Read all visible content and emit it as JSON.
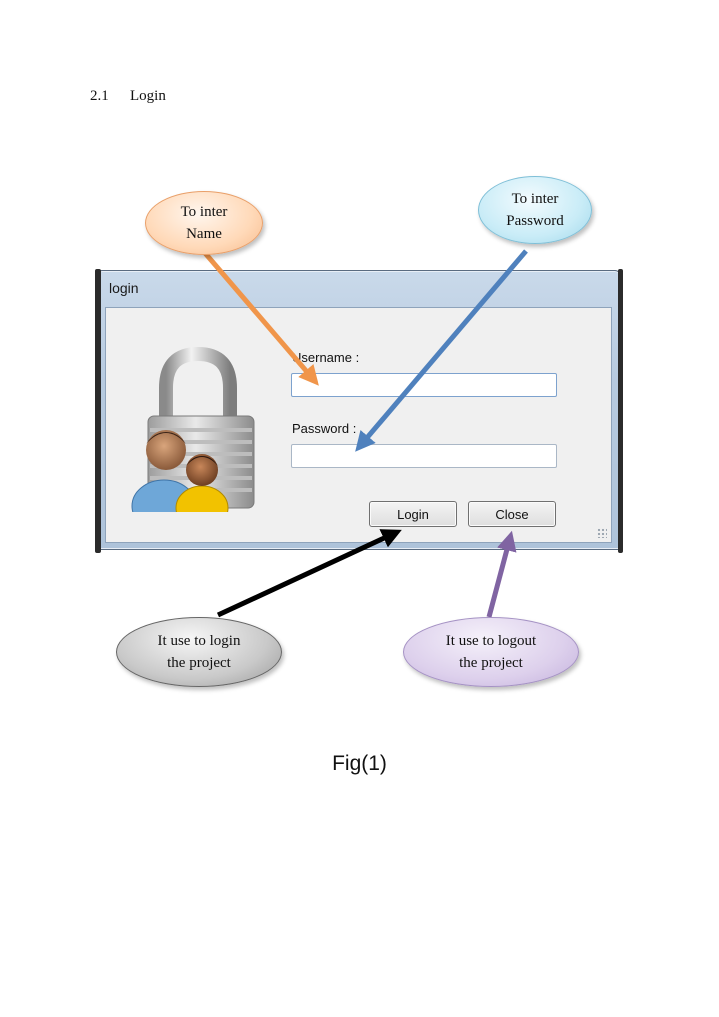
{
  "heading": {
    "number": "2.1",
    "title": "Login"
  },
  "window": {
    "title": "login",
    "username_label": "Username :",
    "username_value": "",
    "password_label": "Password :",
    "password_value": "",
    "login_button": "Login",
    "close_button": "Close"
  },
  "callouts": {
    "name": {
      "line1": "To inter",
      "line2": "Name",
      "color": "#f0954a"
    },
    "password": {
      "line1": "To inter",
      "line2": "Password",
      "color": "#4f81bd"
    },
    "login": {
      "line1": "It use to login",
      "line2": "the project",
      "color": "#000000"
    },
    "logout": {
      "line1": "It use to logout",
      "line2": "the project",
      "color": "#8064a2"
    }
  },
  "caption": "Fig(1)"
}
